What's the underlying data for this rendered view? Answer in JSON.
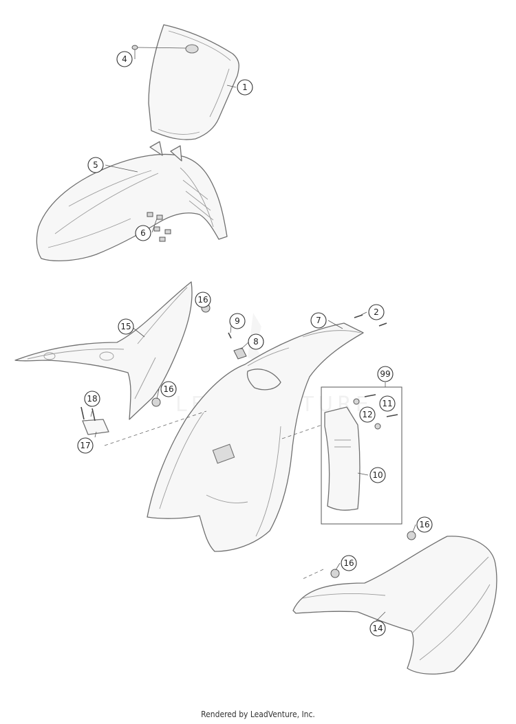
{
  "diagram": {
    "callouts": [
      {
        "label": "1"
      },
      {
        "label": "2"
      },
      {
        "label": "4"
      },
      {
        "label": "5"
      },
      {
        "label": "6"
      },
      {
        "label": "7"
      },
      {
        "label": "8"
      },
      {
        "label": "9"
      },
      {
        "label": "10"
      },
      {
        "label": "11"
      },
      {
        "label": "12"
      },
      {
        "label": "14"
      },
      {
        "label": "15"
      },
      {
        "label": "16"
      },
      {
        "label": "16"
      },
      {
        "label": "16"
      },
      {
        "label": "16"
      },
      {
        "label": "17"
      },
      {
        "label": "18"
      },
      {
        "label": "99"
      }
    ],
    "watermark_logo": "LEADVENTURE"
  },
  "footer": {
    "text": "Rendered by LeadVenture, Inc."
  }
}
